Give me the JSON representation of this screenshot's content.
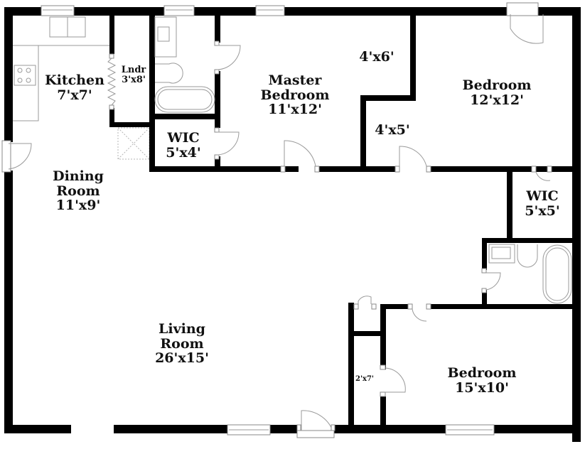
{
  "floor_plan": {
    "wall_color": "#000000",
    "fixture_color": "#9a9a9a",
    "rooms": [
      {
        "id": "kitchen",
        "name": "Kitchen",
        "dims": "7'x7'"
      },
      {
        "id": "laundry",
        "name": "Lndr",
        "dims": "3'x8'"
      },
      {
        "id": "dining",
        "name_line1": "Dining",
        "name_line2": "Room",
        "dims": "11'x9'"
      },
      {
        "id": "wic-master",
        "name": "WIC",
        "dims": "5'x4'"
      },
      {
        "id": "master",
        "name_line1": "Master",
        "name_line2": "Bedroom",
        "dims": "11'x12'"
      },
      {
        "id": "closet-4x6",
        "dims": "4'x6'"
      },
      {
        "id": "closet-4x5",
        "dims": "4'x5'"
      },
      {
        "id": "bedroom-ne",
        "name": "Bedroom",
        "dims": "12'x12'"
      },
      {
        "id": "wic-east",
        "name": "WIC",
        "dims": "5'x5'"
      },
      {
        "id": "living",
        "name_line1": "Living",
        "name_line2": "Room",
        "dims": "26'x15'"
      },
      {
        "id": "closet-2x7",
        "dims": "2'x7'"
      },
      {
        "id": "bedroom-se",
        "name": "Bedroom",
        "dims": "15'x10'"
      }
    ]
  }
}
